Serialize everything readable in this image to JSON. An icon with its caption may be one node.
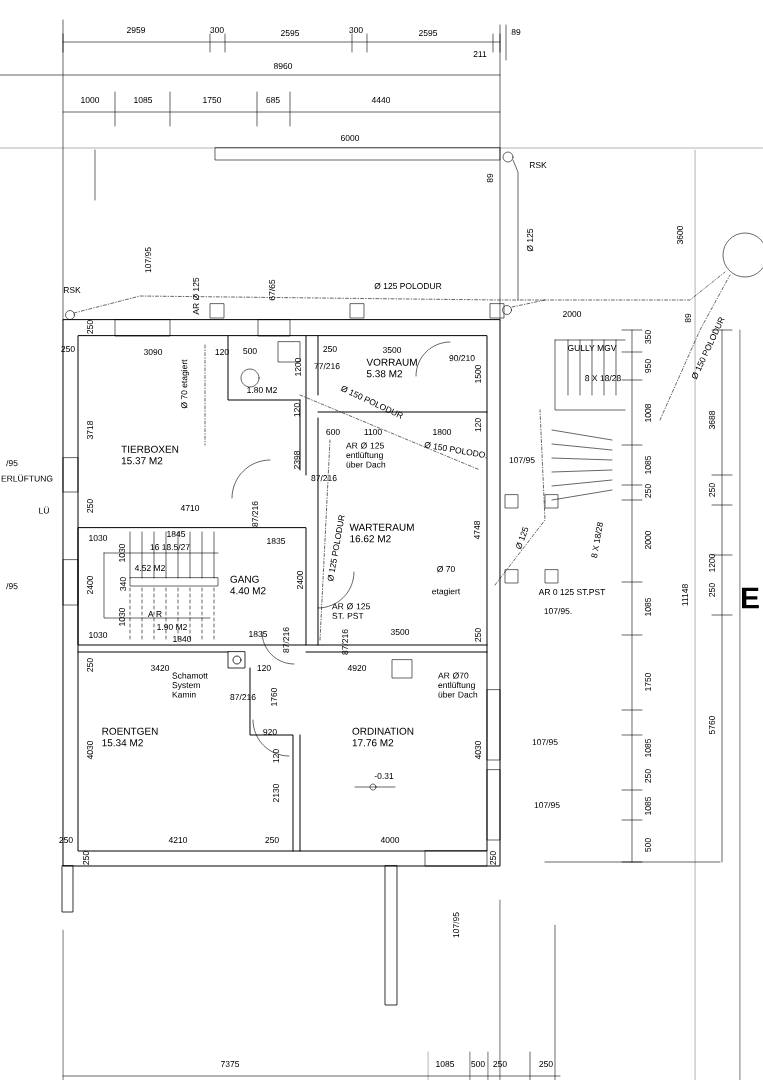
{
  "diagram": {
    "nodes": [
      {
        "text": [
          "TIERBOXEN",
          "15.37 M2"
        ]
      },
      {
        "text": [
          "VORRAUM",
          "5.38 M2"
        ]
      },
      {
        "text": [
          "WARTERAUM",
          "16.62 M2"
        ]
      },
      {
        "text": [
          "GANG",
          "4.40 M2"
        ]
      },
      {
        "text": [
          "ROENTGEN",
          "15.34 M2"
        ]
      },
      {
        "text": [
          "ORDINATION",
          "17.76 M2"
        ]
      }
    ],
    "labels": [
      "2959",
      "300",
      "2595",
      "300",
      "2595",
      "211",
      "89",
      "8960",
      "1000",
      "1085",
      "1750",
      "685",
      "4440",
      "6000",
      "89",
      "RSK",
      "107/95",
      "RSK",
      "AR Ø 125",
      "67/65",
      "Ø 125 POLODUR",
      "Ø 125",
      "3600",
      "2000",
      "Ø 150 POLODUR",
      "250",
      "250",
      "3090",
      "Ø 70 etagiert",
      "120",
      "500",
      "1200",
      "77/216",
      "1.80 M2",
      "250",
      "3500",
      "1500",
      "90/210",
      "Ø 150 POLODUR",
      "120",
      "GULLY MGV",
      "8 X 18/28",
      "350",
      "950",
      "1008",
      "89",
      "3688",
      "3718",
      "600",
      "1100",
      "1800",
      "120",
      "AR Ø 125 entlüftung über Dach",
      "Ø 150 POLODO.",
      "107/95",
      "2398",
      "87/216",
      "1085",
      "250",
      "250",
      "1200",
      "/95",
      "ERLÜFTUNG",
      "LÜ",
      "250",
      "4710",
      "87/216",
      "1835",
      "Ø 125 POLODUR",
      "4748",
      "8 X 18/28",
      "Ø 125",
      "2000",
      "1030",
      "1030",
      "1845",
      "16 18.5/27",
      "4.52 M2",
      "2400",
      "340",
      "/95",
      "Ø 70",
      "etagiert",
      "AR 0 125 ST.PST",
      "107/95.",
      "11148",
      "250",
      "1085",
      "1030",
      "A R",
      "1.90 M2",
      "1840",
      "1030",
      "2400",
      "1835",
      "87/216",
      "AR Ø 125 ST. PST",
      "87/216",
      "3500",
      "250",
      "250",
      "3420",
      "Schamott System Kamin",
      "120",
      "87/216",
      "1760",
      "4920",
      "AR Ø70 entlüftung über Dach",
      "1750",
      "4030",
      "920",
      "120",
      "-0.31",
      "4030",
      "107/95",
      "1085",
      "5760",
      "107/95",
      "250",
      "1085",
      "2130",
      "500",
      "250",
      "4210",
      "250",
      "4000",
      "250",
      "250",
      "107/95",
      "7375",
      "1085",
      "500",
      "250",
      "250",
      "E"
    ]
  }
}
